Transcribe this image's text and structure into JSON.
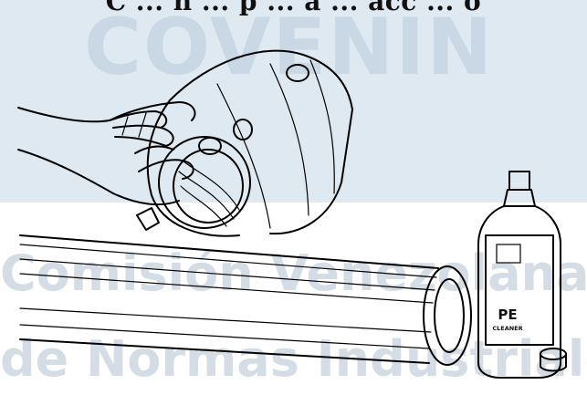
{
  "caption": "C ... n ... p ... a ... acc ... o",
  "watermark": {
    "brand": "COVENIN",
    "line1": "Comisión Venezolana",
    "line2": "de Normas Industriales"
  },
  "bottle": {
    "label": "PE",
    "sublabel": "CLEANER"
  },
  "colors": {
    "band_top": "#dfe9f1",
    "watermark": "#c9d8e4",
    "line_art": "#000000"
  },
  "icons": [
    "hand-icon",
    "coupler-fitting-icon",
    "pipe-icon",
    "cleaner-bottle-icon",
    "bottle-cap-icon"
  ]
}
